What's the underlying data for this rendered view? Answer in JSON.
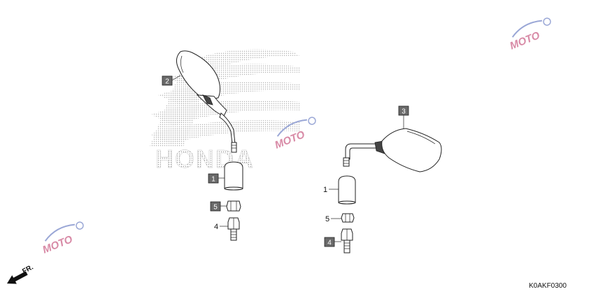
{
  "diagram": {
    "background_logo": {
      "text": "HONDA",
      "color": "#bdbdbd"
    },
    "watermark": {
      "text": "MOTO",
      "color_primary": "#d88aa6",
      "color_secondary": "#9aa7d6",
      "icon": "motorcycle-logo-icon"
    },
    "callouts": {
      "left_mirror": "2",
      "right_mirror": "3",
      "left_cover": "1",
      "right_cover": "1",
      "left_nut": "5",
      "right_nut": "5",
      "left_adapter": "4",
      "right_adapter": "4"
    },
    "direction": {
      "label": "FR.",
      "icon": "arrow-front-icon"
    },
    "diagram_code": "K0AKF0300"
  }
}
